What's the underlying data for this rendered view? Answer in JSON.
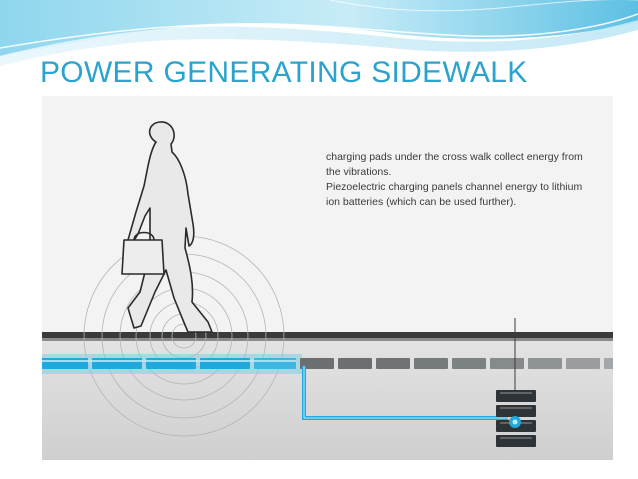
{
  "slide": {
    "title": "POWER GENERATING SIDEWALK"
  },
  "diagram": {
    "caption_lines": [
      "charging pads under the cross walk collect energy from the vibrations.",
      "Piezoelectric charging panels channel energy to lithium ion batteries (which can be used further)."
    ]
  },
  "colors": {
    "title": "#2aa3cf",
    "wave_band": "#7fcfe6",
    "charging_pad": "#1fa9df",
    "battery": "#2e3338",
    "ground_dark": "#3a3a3a"
  }
}
